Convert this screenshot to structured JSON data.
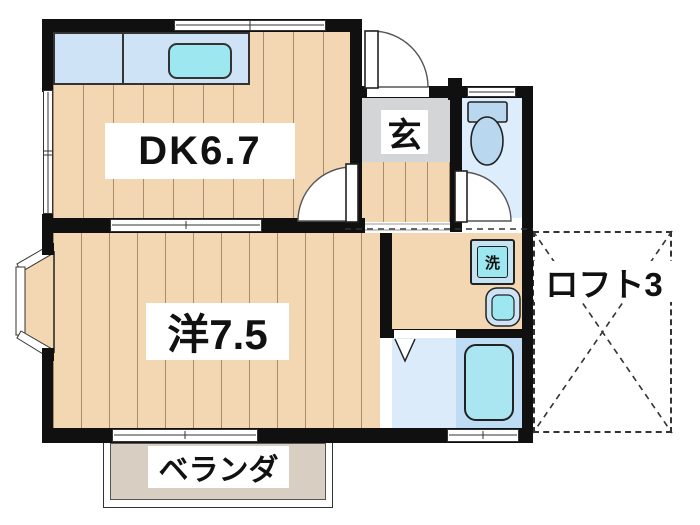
{
  "rooms": {
    "dining_kitchen": {
      "label": "DK6.7"
    },
    "western_room": {
      "label": "洋7.5"
    },
    "entrance": {
      "label": "玄"
    },
    "loft": {
      "label": "ロフト3"
    },
    "veranda": {
      "label": "ベランダ"
    },
    "laundry": {
      "label": "洗"
    }
  },
  "fixtures": [
    "kitchen-counter",
    "kitchen-sink",
    "toilet",
    "washing-machine",
    "wash-basin",
    "bathtub",
    "entrance-swing-door",
    "interior-swing-door",
    "toilet-swing-door",
    "folding-bath-door",
    "sliding-door",
    "sliding-window",
    "bay-window",
    "loft-cross-mark"
  ],
  "colors": {
    "wall": "#101010",
    "floor": "#f3d7b2",
    "plank": "#ab8a6e",
    "counter": "#cfe3f6",
    "cyan": "#9de7f0",
    "genkan": "#d4d5d7",
    "toiletfloor": "#ddedfb",
    "fixture": "#b9d8f0",
    "shower": "#dcebf9",
    "tubzone": "#bedcf4",
    "tub": "#a9e6f2",
    "washerbox": "#c6e3f4",
    "veranda": "#d8cec2"
  }
}
